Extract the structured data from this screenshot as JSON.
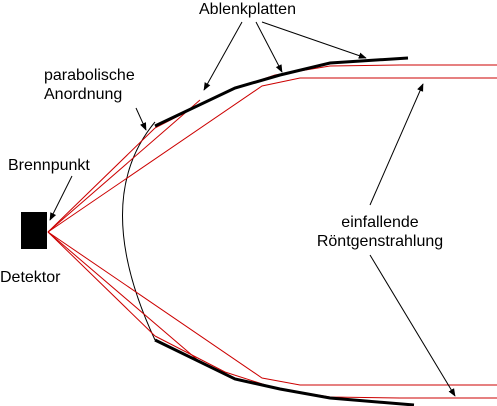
{
  "labels": {
    "deflector_plates": "Ablenkplatten",
    "parabolic_line1": "parabolische",
    "parabolic_line2": "Anordnung",
    "focal_point": "Brennpunkt",
    "detector": "Detektor",
    "incident_line1": "einfallende",
    "incident_line2": "Röntgenstrahlung"
  },
  "colors": {
    "ray": "#cc0000",
    "plate": "#000000",
    "outline": "#000000",
    "detector": "#000000"
  }
}
